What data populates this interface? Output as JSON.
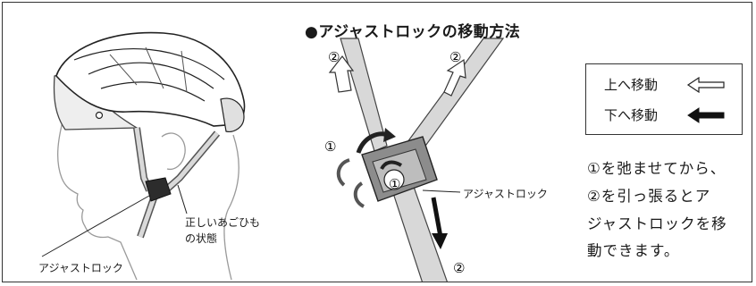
{
  "title": "●アジャストロックの移動方法",
  "legend": {
    "up_label": "上へ移動",
    "down_label": "下へ移動"
  },
  "instructions": [
    "①を弛ませてから、",
    "②を引っ張るとア",
    "ジャストロックを移",
    "動できます。"
  ],
  "labels": {
    "adjust_lock_center": "アジャストロック",
    "correct_strap_line1": "正しいあごひも",
    "correct_strap_line2": "の状態",
    "adjust_lock_left": "アジャストロック"
  },
  "markers": {
    "one": "①",
    "two": "②"
  }
}
